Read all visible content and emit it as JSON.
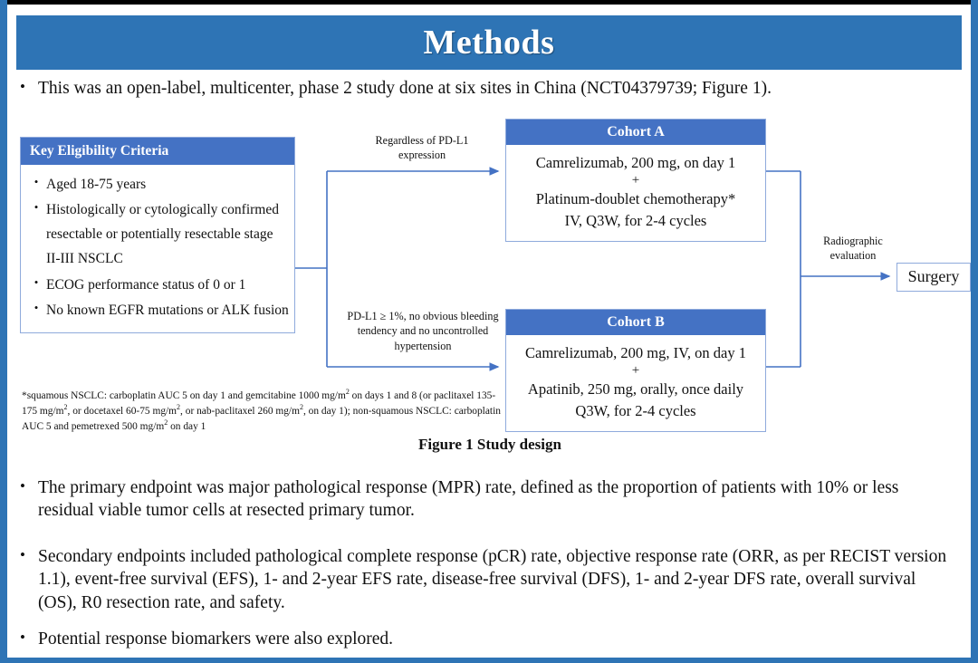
{
  "slide": {
    "title": "Methods",
    "intro_bullet": "This was an open-label, multicenter, phase 2 study done at six sites in China (NCT04379739; Figure 1).",
    "figure_caption": "Figure 1 Study design"
  },
  "colors": {
    "title_bar": "#2E74B5",
    "box_header": "#4472C4",
    "box_border": "#8FAADC",
    "connector": "#4472C4",
    "slide_edge": "#2E74B5",
    "text": "#111111"
  },
  "eligibility": {
    "header": "Key  Eligibility Criteria",
    "items": [
      "Aged 18-75 years",
      "Histologically or cytologically confirmed resectable or potentially resectable stage II-III  NSCLC",
      "ECOG performance status of 0 or 1",
      "No known EGFR mutations or ALK fusion"
    ]
  },
  "footnote": {
    "line1_a": "*squamous NSCLC: carboplatin AUC 5 on day 1 and gemcitabine 1000 mg/m",
    "line1_sup": "2",
    "line1_b": " on days 1 and 8 (or paclitaxel 135-175  mg/m",
    "line2_sup": "2",
    "line2_b": ", or docetaxel 60-75 mg/m",
    "line3_sup": "2",
    "line3_b": ", or nab-paclitaxel 260 mg/m",
    "line4_sup": "2",
    "line4_b": ", on day 1); non-squamous NSCLC: carboplatin AUC 5 and pemetrexed 500 mg/m",
    "line5_sup": "2",
    "line5_b": " on day 1"
  },
  "arms": {
    "label_top": "Regardless  of PD-L1 expression",
    "label_bottom": "PD-L1 ≥ 1%, no obvious bleeding tendency  and no uncontrolled  hypertension",
    "label_radiographic": "Radiographic evaluation"
  },
  "cohort_a": {
    "header": "Cohort A",
    "line1": "Camrelizumab, 200 mg, on day 1",
    "plus": "+",
    "line2": "Platinum-doublet chemotherapy*",
    "line3": "IV, Q3W, for 2-4 cycles"
  },
  "cohort_b": {
    "header": "Cohort B",
    "line1": "Camrelizumab, 200 mg, IV, on day 1",
    "plus": "+",
    "line2": "Apatinib, 250 mg, orally, once daily",
    "line3": "Q3W, for 2-4 cycles"
  },
  "surgery": {
    "label": "Surgery"
  },
  "endpoints": {
    "primary": "The primary endpoint was major pathological response (MPR) rate, defined as the proportion of patients with 10% or less residual viable tumor cells at resected primary tumor.",
    "secondary": "Secondary endpoints included pathological complete response (pCR) rate, objective response rate (ORR, as per RECIST version 1.1), event-free survival (EFS), 1- and 2-year EFS rate, disease-free survival (DFS), 1- and 2-year DFS rate, overall survival (OS), R0 resection rate, and safety.",
    "biomarkers": "Potential response biomarkers were also explored."
  },
  "bullet_glyph": "•"
}
